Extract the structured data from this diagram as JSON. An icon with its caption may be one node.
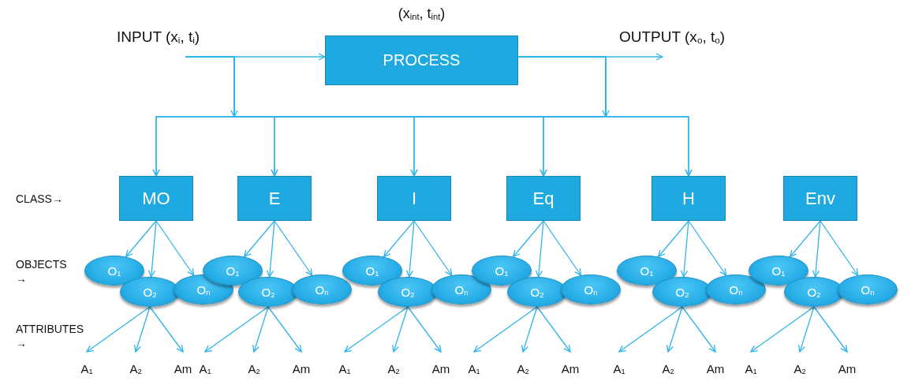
{
  "diagram": {
    "nodes": [
      {
        "text": [
          "INPUT (x$_{i}$, t$_{i}$)"
        ]
      },
      {
        "text": [
          "PROCESS"
        ],
        "beside": [
          "(x$_{int}$, t$_{int}$)"
        ]
      },
      {
        "text": [
          "OUTPUT (x$_{o}$, t$_{o}$)"
        ]
      },
      {
        "text": [
          "MO"
        ]
      },
      {
        "text": [
          "E"
        ]
      },
      {
        "text": [
          "I"
        ]
      },
      {
        "text": [
          "Eq"
        ]
      },
      {
        "text": [
          "H"
        ]
      },
      {
        "text": [
          "Env"
        ]
      },
      {
        "text": [
          "O$_{1}$"
        ]
      },
      {
        "text": [
          "O$_{2}$"
        ]
      },
      {
        "text": [
          "O$_{n}$"
        ]
      },
      {
        "text": [
          "A$_{1}$"
        ]
      },
      {
        "text": [
          "A$_{2}$"
        ]
      },
      {
        "text": [
          "Am"
        ]
      },
      {
        "text": [
          "O$_{1}$"
        ]
      },
      {
        "text": [
          "O$_{2}$"
        ]
      },
      {
        "text": [
          "O$_{n}$"
        ]
      },
      {
        "text": [
          "A$_{1}$"
        ]
      },
      {
        "text": [
          "A$_{2}$"
        ]
      },
      {
        "text": [
          "Am"
        ]
      },
      {
        "text": [
          "O$_{1}$"
        ]
      },
      {
        "text": [
          "O$_{2}$"
        ]
      },
      {
        "text": [
          "O$_{n}$"
        ]
      },
      {
        "text": [
          "A$_{1}$"
        ]
      },
      {
        "text": [
          "A$_{2}$"
        ]
      },
      {
        "text": [
          "Am"
        ]
      },
      {
        "text": [
          "O$_{1}$"
        ]
      },
      {
        "text": [
          "O$_{2}$"
        ]
      },
      {
        "text": [
          "O$_{n}$"
        ]
      },
      {
        "text": [
          "A$_{1}$"
        ]
      },
      {
        "text": [
          "A$_{2}$"
        ]
      },
      {
        "text": [
          "Am"
        ]
      },
      {
        "text": [
          "O$_{1}$"
        ]
      },
      {
        "text": [
          "O$_{2}$"
        ]
      },
      {
        "text": [
          "O$_{n}$"
        ]
      },
      {
        "text": [
          "A$_{1}$"
        ]
      },
      {
        "text": [
          "A$_{2}$"
        ]
      },
      {
        "text": [
          "Am"
        ]
      },
      {
        "text": [
          "O$_{1}$"
        ]
      },
      {
        "text": [
          "O$_{2}$"
        ]
      },
      {
        "text": [
          "O$_{n}$"
        ]
      },
      {
        "text": [
          "A$_{1}$"
        ]
      },
      {
        "text": [
          "A$_{2}$"
        ]
      },
      {
        "text": [
          "Am"
        ]
      }
    ],
    "edges": [
      {
        "from": 0,
        "to": 1,
        "arrow": "to"
      },
      {
        "from": 1,
        "to": 2,
        "arrow": "to"
      },
      {
        "from": 0,
        "to": 3,
        "arrow": "to"
      },
      {
        "from": 0,
        "to": 4,
        "arrow": "to"
      },
      {
        "from": 0,
        "to": 5,
        "arrow": "to"
      },
      {
        "from": 0,
        "to": 6,
        "arrow": "to"
      },
      {
        "from": 0,
        "to": 7,
        "arrow": "to"
      },
      {
        "from": 1,
        "to": 3,
        "arrow": "to"
      },
      {
        "from": 1,
        "to": 4,
        "arrow": "to"
      },
      {
        "from": 1,
        "to": 5,
        "arrow": "to"
      },
      {
        "from": 1,
        "to": 6,
        "arrow": "to"
      },
      {
        "from": 1,
        "to": 7,
        "arrow": "to"
      },
      {
        "from": 3,
        "to": 9,
        "arrow": "to"
      },
      {
        "from": 3,
        "to": 10,
        "arrow": "to"
      },
      {
        "from": 3,
        "to": 11,
        "arrow": "to"
      },
      {
        "from": 10,
        "to": 12,
        "arrow": "to"
      },
      {
        "from": 10,
        "to": 13,
        "arrow": "to"
      },
      {
        "from": 10,
        "to": 14,
        "arrow": "to"
      },
      {
        "from": 4,
        "to": 15,
        "arrow": "to"
      },
      {
        "from": 4,
        "to": 16,
        "arrow": "to"
      },
      {
        "from": 4,
        "to": 17,
        "arrow": "to"
      },
      {
        "from": 16,
        "to": 18,
        "arrow": "to"
      },
      {
        "from": 16,
        "to": 19,
        "arrow": "to"
      },
      {
        "from": 16,
        "to": 20,
        "arrow": "to"
      },
      {
        "from": 5,
        "to": 21,
        "arrow": "to"
      },
      {
        "from": 5,
        "to": 22,
        "arrow": "to"
      },
      {
        "from": 5,
        "to": 23,
        "arrow": "to"
      },
      {
        "from": 22,
        "to": 24,
        "arrow": "to"
      },
      {
        "from": 22,
        "to": 25,
        "arrow": "to"
      },
      {
        "from": 22,
        "to": 26,
        "arrow": "to"
      },
      {
        "from": 6,
        "to": 27,
        "arrow": "to"
      },
      {
        "from": 6,
        "to": 28,
        "arrow": "to"
      },
      {
        "from": 6,
        "to": 29,
        "arrow": "to"
      },
      {
        "from": 28,
        "to": 30,
        "arrow": "to"
      },
      {
        "from": 28,
        "to": 31,
        "arrow": "to"
      },
      {
        "from": 28,
        "to": 32,
        "arrow": "to"
      },
      {
        "from": 7,
        "to": 33,
        "arrow": "to"
      },
      {
        "from": 7,
        "to": 34,
        "arrow": "to"
      },
      {
        "from": 7,
        "to": 35,
        "arrow": "to"
      },
      {
        "from": 34,
        "to": 36,
        "arrow": "to"
      },
      {
        "from": 34,
        "to": 37,
        "arrow": "to"
      },
      {
        "from": 34,
        "to": 38,
        "arrow": "to"
      },
      {
        "from": 8,
        "to": 39,
        "arrow": "to"
      },
      {
        "from": 8,
        "to": 40,
        "arrow": "to"
      },
      {
        "from": 8,
        "to": 41,
        "arrow": "to"
      },
      {
        "from": 40,
        "to": 42,
        "arrow": "to"
      },
      {
        "from": 40,
        "to": 43,
        "arrow": "to"
      },
      {
        "from": 40,
        "to": 44,
        "arrow": "to"
      }
    ],
    "labels": [
      "CLASS→",
      "OBJECTS →",
      "ATTRIBUTES →"
    ]
  }
}
